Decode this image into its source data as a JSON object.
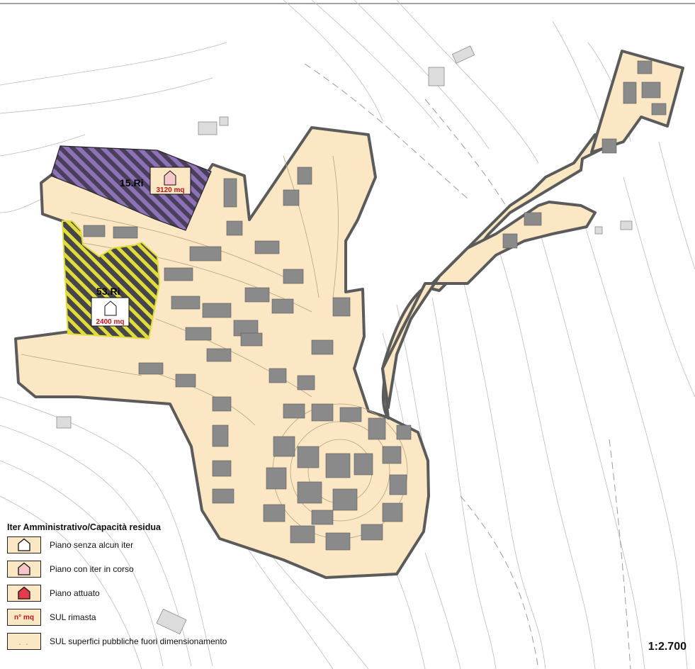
{
  "zones": [
    {
      "id": "15.Ri",
      "sul": "3120 mq",
      "status": "Piano con iter in corso"
    },
    {
      "id": "53.Ri",
      "sul": "2400 mq",
      "status": "Piano senza alcun iter"
    }
  ],
  "legend": {
    "title": "Iter Amministrativo/Capacità residua",
    "items": [
      {
        "label": "Piano senza alcun iter",
        "icon": "house-outline-icon"
      },
      {
        "label": "Piano con iter in corso",
        "icon": "house-pink-icon"
      },
      {
        "label": "Piano attuato",
        "icon": "house-red-icon"
      },
      {
        "label": "SUL rimasta",
        "symbol": "n° mq"
      },
      {
        "label": "SUL superfici pubbliche fuori dimensionamento",
        "symbol": "- -"
      }
    ]
  },
  "scale": "1:2.700",
  "colors": {
    "urban_fill": "#fbe7c4",
    "urban_border": "#5b5b5b",
    "zone_15_hatch": "#8e72b8",
    "zone_53_hatch": "#e0dc3a",
    "sul_text": "#c0141b",
    "house_pink": "#f6c6c9",
    "house_red": "#e53b4c"
  }
}
